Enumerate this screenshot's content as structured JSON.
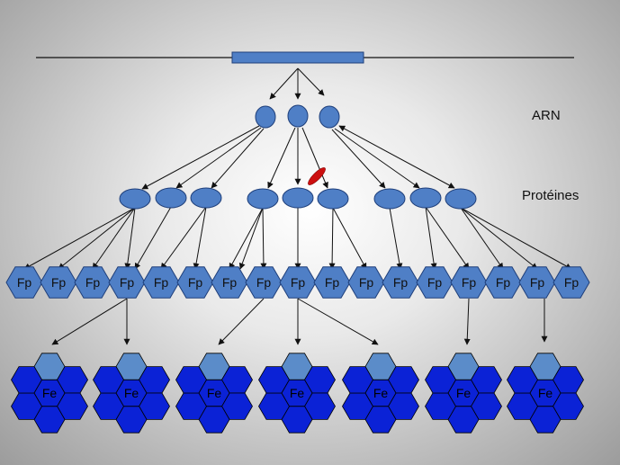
{
  "labels": {
    "arn": "ARN",
    "proteines": "Protéines",
    "fp": "Fp",
    "fe": "Fe"
  },
  "colors": {
    "node_fill": "#4f7fc6",
    "node_stroke": "#1f3f7a",
    "gene_fill": "#4f7fc6",
    "fe_outer": "#0b22d6",
    "fe_top": "#5b8cc9",
    "marker": "#cc1010",
    "arrow": "#111111"
  }
}
